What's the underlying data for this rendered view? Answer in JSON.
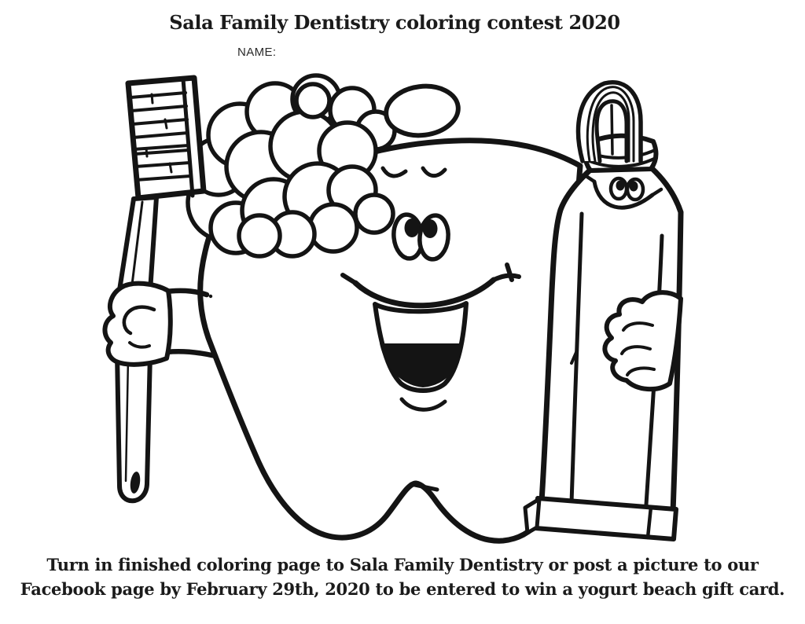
{
  "page_title": "Sala Family Dentistry coloring contest 2020",
  "name_label": "NAME:",
  "footer": {
    "line1": "Turn in finished coloring page to Sala Family Dentistry or post a picture to our",
    "line2": "Facebook page by February 29th, 2020 to be entered to win a yogurt beach gift card."
  },
  "illustration": {
    "description": "Smiling cartoon tooth with soap suds on its head holding a toothbrush and hugging a tube of toothpaste",
    "ink_color": "#141414",
    "paper_color": "#ffffff"
  }
}
